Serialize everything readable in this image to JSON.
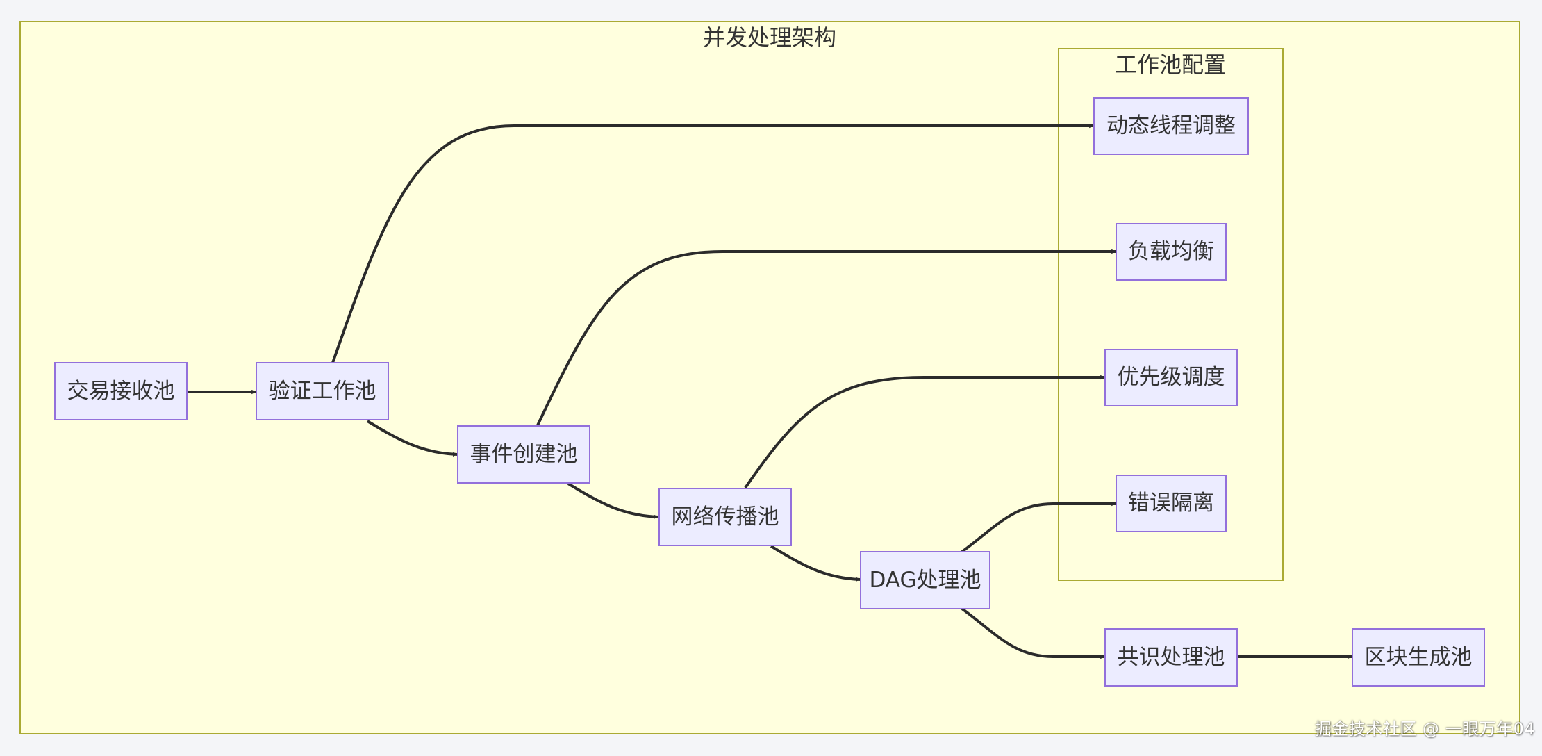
{
  "diagram": {
    "title": "并发处理架构",
    "config_group_title": "工作池配置",
    "nodes": {
      "receive": "交易接收池",
      "verify": "验证工作池",
      "event": "事件创建池",
      "network": "网络传播池",
      "dag": "DAG处理池",
      "consensus": "共识处理池",
      "block": "区块生成池",
      "thread_adjust": "动态线程调整",
      "load_balance": "负载均衡",
      "priority": "优先级调度",
      "error_isolation": "错误隔离"
    },
    "edges": [
      {
        "from": "交易接收池",
        "to": "验证工作池"
      },
      {
        "from": "验证工作池",
        "to": "事件创建池"
      },
      {
        "from": "事件创建池",
        "to": "网络传播池"
      },
      {
        "from": "网络传播池",
        "to": "DAG处理池"
      },
      {
        "from": "DAG处理池",
        "to": "共识处理池"
      },
      {
        "from": "共识处理池",
        "to": "区块生成池"
      },
      {
        "from": "验证工作池",
        "to": "动态线程调整"
      },
      {
        "from": "事件创建池",
        "to": "负载均衡"
      },
      {
        "from": "网络传播池",
        "to": "优先级调度"
      },
      {
        "from": "DAG处理池",
        "to": "错误隔离"
      }
    ]
  },
  "watermark": "掘金技术社区 @ 一眼万年04"
}
